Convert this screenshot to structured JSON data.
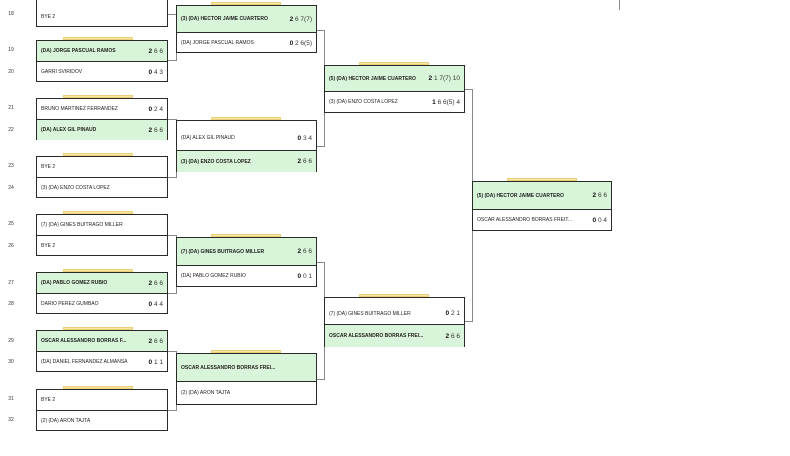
{
  "colors": {
    "winner_bg": "#d9f5d9",
    "tab": "#f9e7a8",
    "border": "#2a2a2a",
    "connector": "#888888"
  },
  "seeds": [
    "18",
    "19",
    "20",
    "21",
    "22",
    "23",
    "24",
    "25",
    "26",
    "27",
    "28",
    "29",
    "30",
    "31",
    "32"
  ],
  "round1": [
    {
      "top": {
        "name": "BYE 2",
        "score_bold": "",
        "score": ""
      }
    },
    {
      "top": {
        "name": "(DA) JORGE PASCUAL RAMOS",
        "score_bold": "2",
        "score": "6 6"
      },
      "bot": {
        "name": "GARRI SVIRIDOV",
        "score_bold": "0",
        "score": "4 3"
      }
    },
    {
      "top": {
        "name": "BRUNO MARTINEZ FERRANDEZ",
        "score_bold": "0",
        "score": "2 4"
      },
      "bot": {
        "name": "(DA) ALEX GIL PINAUD",
        "score_bold": "2",
        "score": "6 6"
      }
    },
    {
      "top": {
        "name": "BYE 2",
        "score_bold": "",
        "score": ""
      },
      "bot": {
        "name": "(3) (DA) ENZO COSTA LOPEZ",
        "score_bold": "",
        "score": ""
      }
    },
    {
      "top": {
        "name": "(7) (DA) GINES BUITRAGO MILLER",
        "score_bold": "",
        "score": ""
      },
      "bot": {
        "name": "BYE 2",
        "score_bold": "",
        "score": ""
      }
    },
    {
      "top": {
        "name": "(DA) PABLO GOMEZ RUBIO",
        "score_bold": "2",
        "score": "6 6"
      },
      "bot": {
        "name": "DARIO PEREZ GUMBAO",
        "score_bold": "0",
        "score": "4 4"
      }
    },
    {
      "top": {
        "name": "OSCAR ALESSANDRO BORRAS F...",
        "score_bold": "2",
        "score": "6 6"
      },
      "bot": {
        "name": "(DA) DANIEL FERNANDEZ ALMANSA",
        "score_bold": "0",
        "score": "1 1"
      }
    },
    {
      "top": {
        "name": "BYE 2",
        "score_bold": "",
        "score": ""
      },
      "bot": {
        "name": "(2) (DA) ARON TAJTA",
        "score_bold": "",
        "score": ""
      }
    }
  ],
  "round2": [
    {
      "top": {
        "name": "(3) (DA) HECTOR JAIME CUARTERO",
        "score_bold": "2",
        "score": "6 7(7)"
      },
      "bot": {
        "name": "(DA) JORGE PASCUAL RAMOS",
        "score_bold": "0",
        "score": "2 6(5)"
      }
    },
    {
      "top": {
        "name": "(DA) ALEX GIL PINAUD",
        "score_bold": "0",
        "score": "3 4"
      },
      "bot": {
        "name": "(3) (DA) ENZO COSTA LOPEZ",
        "score_bold": "2",
        "score": "6 6"
      }
    },
    {
      "top": {
        "name": "(7) (DA) GINES BUITRAGO MILLER",
        "score_bold": "2",
        "score": "6 6"
      },
      "bot": {
        "name": "(DA) PABLO GOMEZ RUBIO",
        "score_bold": "0",
        "score": "0 1"
      }
    },
    {
      "top": {
        "name": "OSCAR ALESSANDRO BORRAS FREI...",
        "score_bold": "",
        "score": ""
      },
      "bot": {
        "name": "(2) (DA) ARON TAJTA",
        "score_bold": "",
        "score": ""
      }
    }
  ],
  "round3": [
    {
      "top": {
        "name": "(5) (DA) HECTOR JAIME CUARTERO",
        "score_bold": "2",
        "score": "1 7(7) 10"
      },
      "bot": {
        "name": "(3) (DA) ENZO COSTA LOPEZ",
        "score_bold": "1",
        "score": "6 6(5) 4"
      }
    },
    {
      "top": {
        "name": "(7) (DA) GINES BUITRAGO MILLER",
        "score_bold": "0",
        "score": "2 1"
      },
      "bot": {
        "name": "OSCAR ALESSANDRO BORRAS FREI...",
        "score_bold": "2",
        "score": "6 6"
      }
    }
  ],
  "round4": [
    {
      "top": {
        "name": "(5) (DA) HECTOR JAIME CUARTERO",
        "score_bold": "2",
        "score": "6 6"
      },
      "bot": {
        "name": "OSCAR ALESSANDRO BORRAS FREIT...",
        "score_bold": "0",
        "score": "0 4"
      }
    }
  ]
}
